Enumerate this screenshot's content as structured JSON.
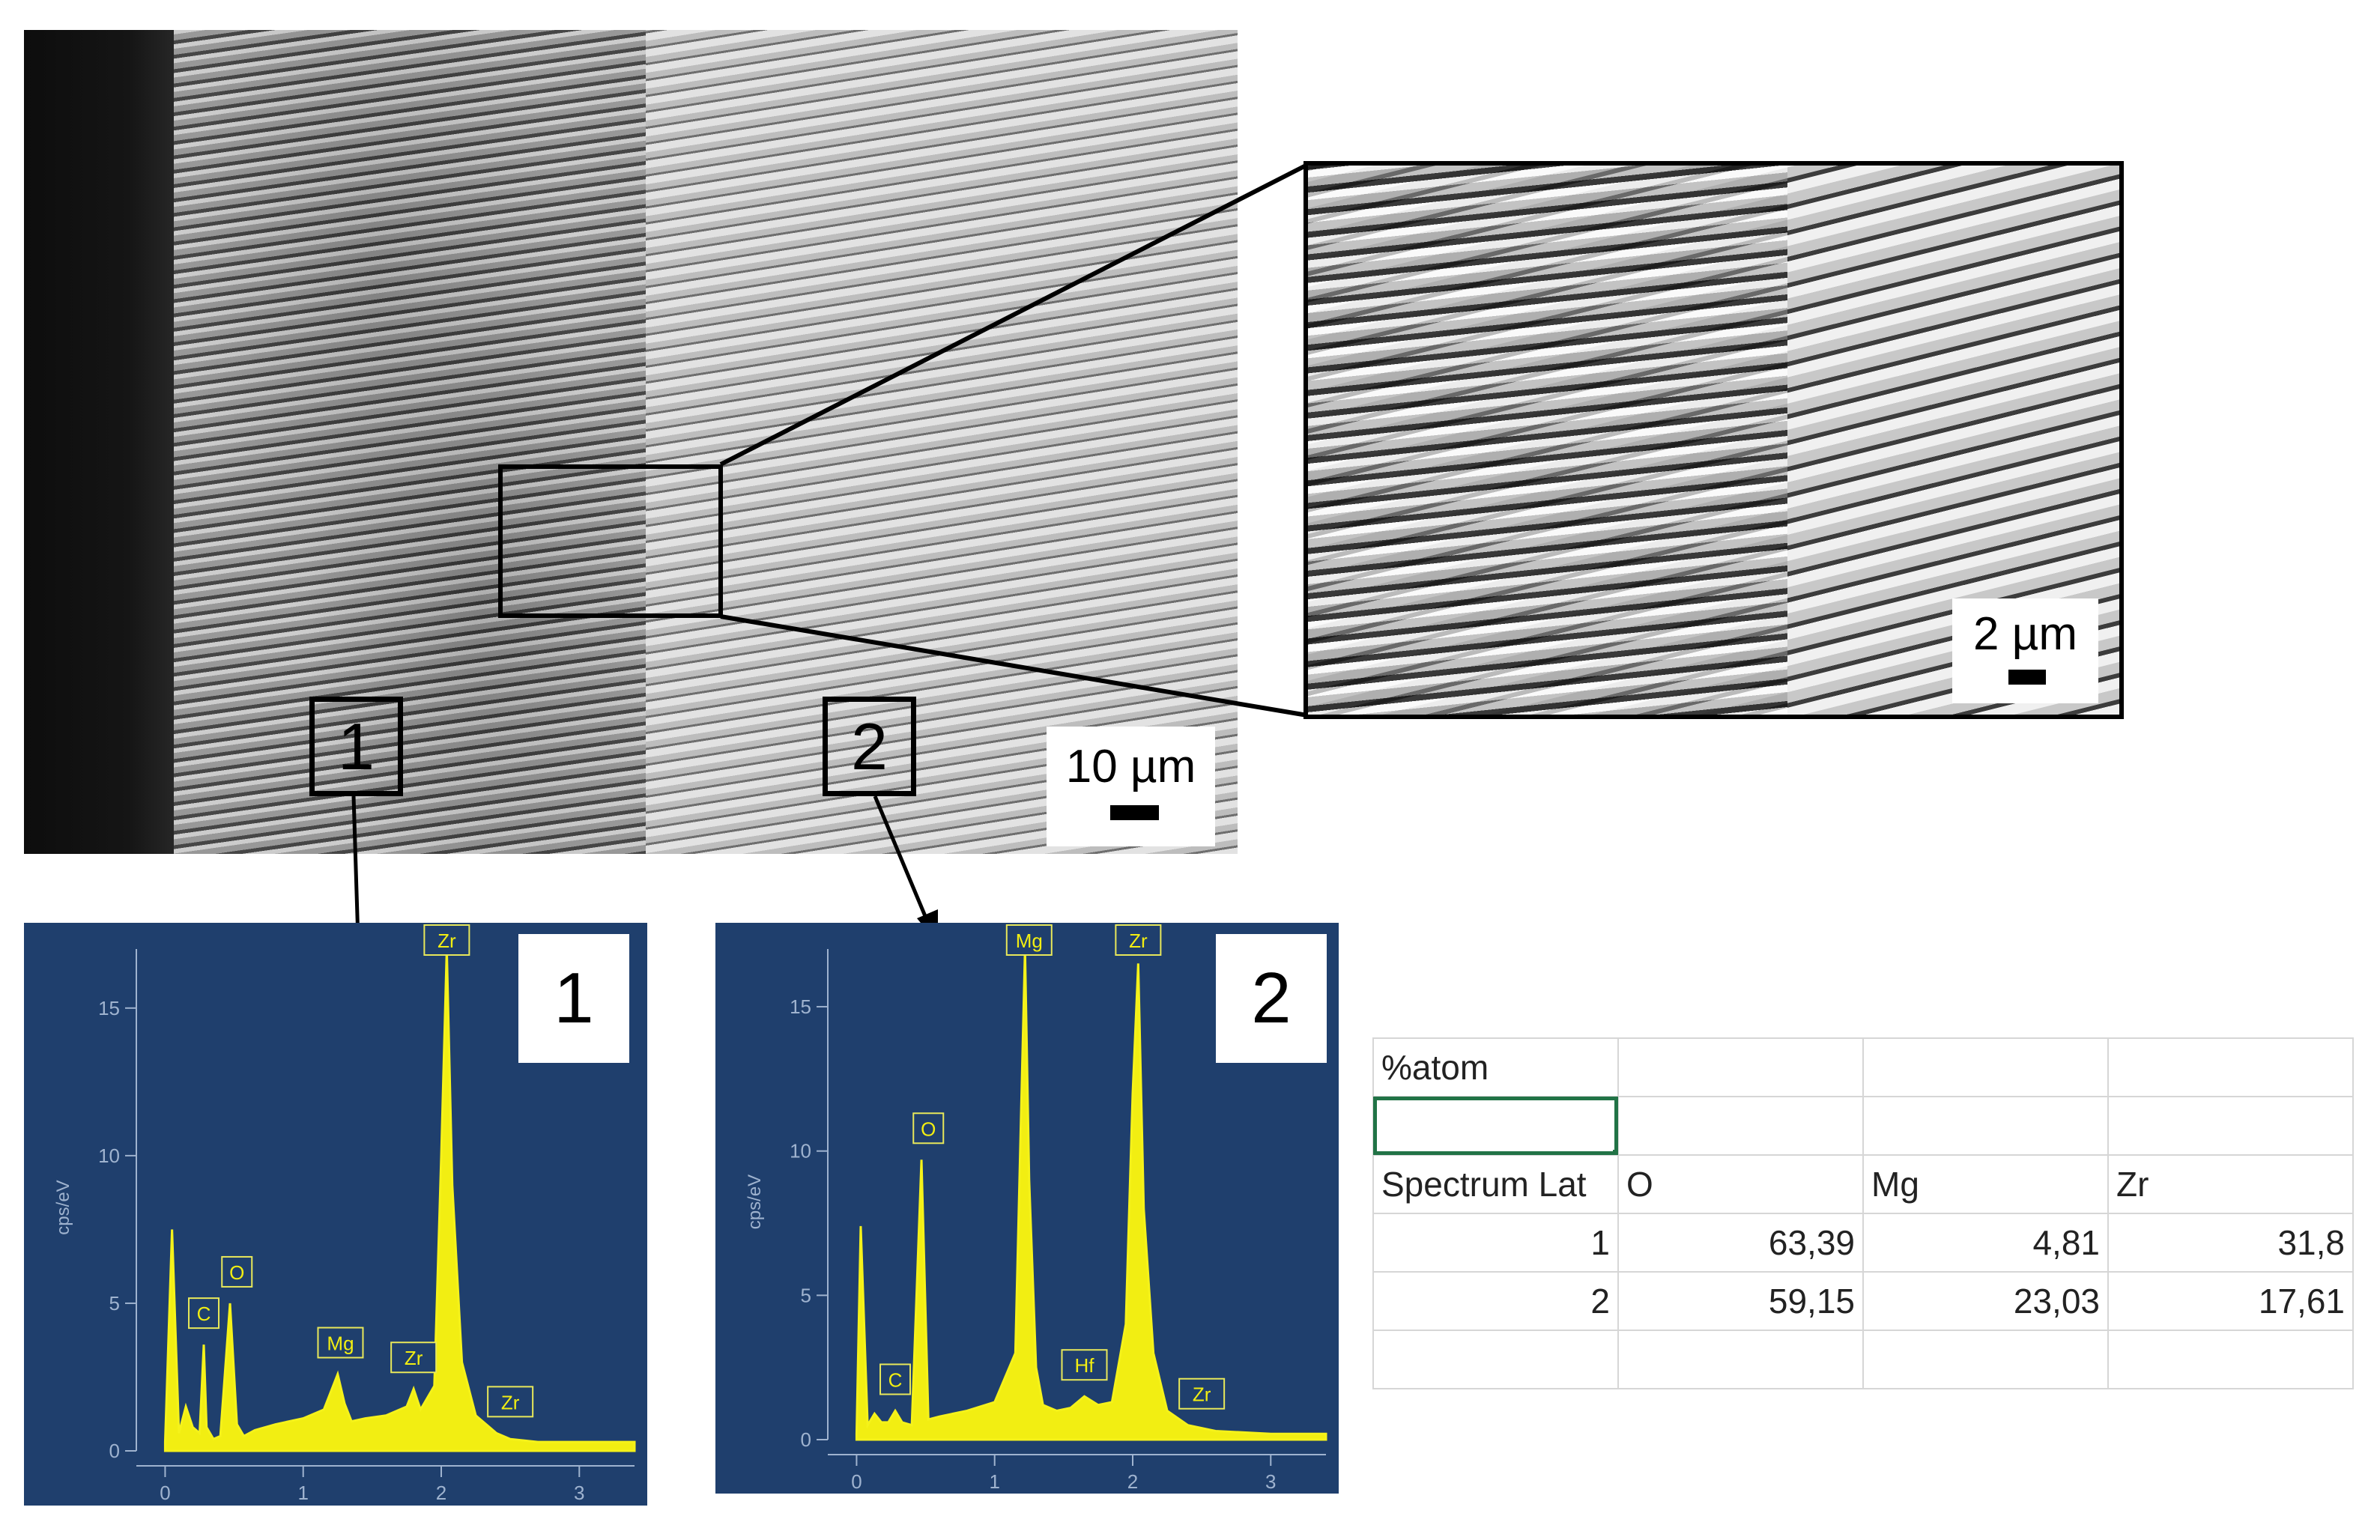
{
  "micrograph": {
    "scale_label": "10 µm",
    "markers": [
      "1",
      "2"
    ]
  },
  "inset": {
    "scale_label": "2 µm"
  },
  "spectra": [
    {
      "panel_number": "1",
      "ylabel": "cps/eV",
      "y_ticks": [
        "0",
        "5",
        "10",
        "15"
      ],
      "x_ticks": [
        "0",
        "1",
        "2",
        "3"
      ],
      "peak_labels": [
        "C",
        "O",
        "Mg",
        "Zr",
        "Zr",
        "Zr"
      ]
    },
    {
      "panel_number": "2",
      "ylabel": "cps/eV",
      "y_ticks": [
        "0",
        "5",
        "10",
        "15"
      ],
      "x_ticks": [
        "0",
        "1",
        "2",
        "3"
      ],
      "peak_labels": [
        "C",
        "O",
        "Mg",
        "Hf",
        "Zr",
        "Zr"
      ]
    }
  ],
  "table": {
    "title": "%atom",
    "headers": [
      "Spectrum Lat",
      "O",
      "Mg",
      "Zr"
    ],
    "rows": [
      [
        "1",
        "63,39",
        "4,81",
        "31,8"
      ],
      [
        "2",
        "59,15",
        "23,03",
        "17,61"
      ]
    ]
  },
  "chart_data": [
    {
      "type": "line",
      "title": "1",
      "ylabel": "cps/eV",
      "xlabel": "",
      "xlim": [
        -0.1,
        3.4
      ],
      "ylim": [
        0,
        17
      ],
      "series": [
        {
          "x": [
            0,
            0.05,
            0.1,
            0.15,
            0.2,
            0.25,
            0.28,
            0.3,
            0.35,
            0.4,
            0.47,
            0.52,
            0.57,
            0.65,
            0.8,
            1.0,
            1.15,
            1.25,
            1.3,
            1.35,
            1.45,
            1.6,
            1.75,
            1.8,
            1.85,
            1.95,
            2.0,
            2.04,
            2.08,
            2.15,
            2.25,
            2.4,
            2.5,
            2.7,
            3.0,
            3.4
          ],
          "y": [
            0.3,
            7.5,
            0.6,
            1.5,
            0.8,
            0.6,
            3.6,
            0.8,
            0.4,
            0.5,
            5.0,
            0.9,
            0.5,
            0.7,
            0.9,
            1.1,
            1.4,
            2.6,
            1.6,
            1.0,
            1.1,
            1.2,
            1.5,
            2.1,
            1.4,
            2.2,
            10.0,
            17.0,
            9.0,
            3.0,
            1.2,
            0.6,
            0.4,
            0.3,
            0.3,
            0.3
          ]
        }
      ]
    },
    {
      "type": "line",
      "title": "2",
      "ylabel": "cps/eV",
      "xlabel": "",
      "xlim": [
        -0.1,
        3.4
      ],
      "ylim": [
        0,
        17
      ],
      "series": [
        {
          "x": [
            0,
            0.03,
            0.08,
            0.13,
            0.18,
            0.23,
            0.28,
            0.33,
            0.4,
            0.47,
            0.52,
            0.6,
            0.8,
            1.0,
            1.15,
            1.22,
            1.25,
            1.3,
            1.35,
            1.45,
            1.55,
            1.65,
            1.75,
            1.85,
            1.95,
            2.0,
            2.04,
            2.08,
            2.15,
            2.25,
            2.4,
            2.6,
            3.0,
            3.4
          ],
          "y": [
            0.2,
            7.4,
            0.5,
            0.9,
            0.6,
            0.6,
            1.0,
            0.6,
            0.5,
            9.7,
            0.7,
            0.8,
            1.0,
            1.3,
            3.0,
            17.0,
            9.0,
            2.5,
            1.2,
            1.0,
            1.1,
            1.5,
            1.2,
            1.3,
            4.0,
            12.0,
            16.5,
            8.0,
            3.0,
            1.0,
            0.5,
            0.3,
            0.2,
            0.2
          ]
        }
      ]
    }
  ]
}
